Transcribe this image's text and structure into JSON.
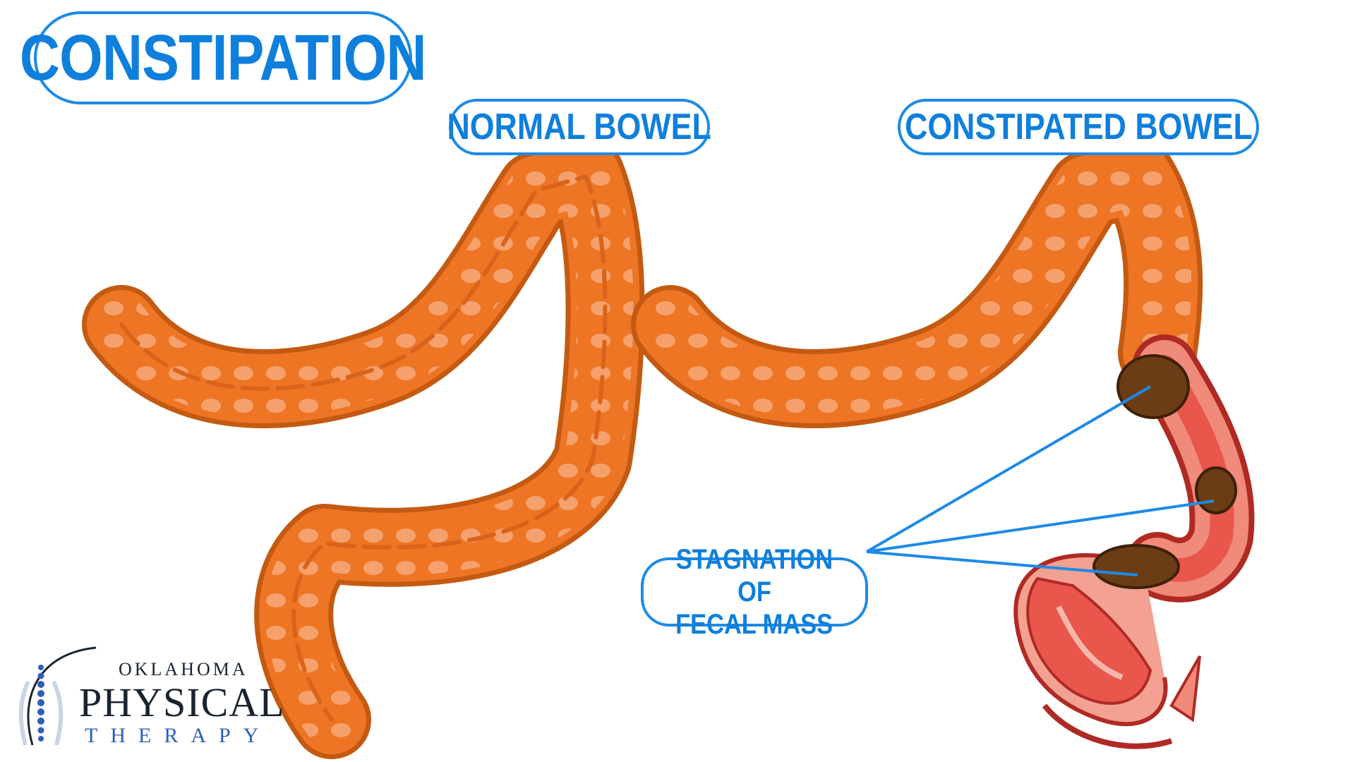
{
  "title": "CONSTIPATION",
  "labels": {
    "normal": "NORMAL BOWEL",
    "constipated": "CONSTIPATED BOWEL"
  },
  "callout": {
    "line1": "STAGNATION OF",
    "line2": "FECAL MASS"
  },
  "logo": {
    "top": "OKLAHOMA",
    "middle": "PHYSICAL",
    "bottom": "THERAPY"
  },
  "colors": {
    "accent_blue": "#1e8ae6",
    "bowel_orange": "#ee7524",
    "bowel_highlight": "#f9b892",
    "inflamed_red": "#e8564c",
    "fecal_brown": "#6b3d14"
  }
}
